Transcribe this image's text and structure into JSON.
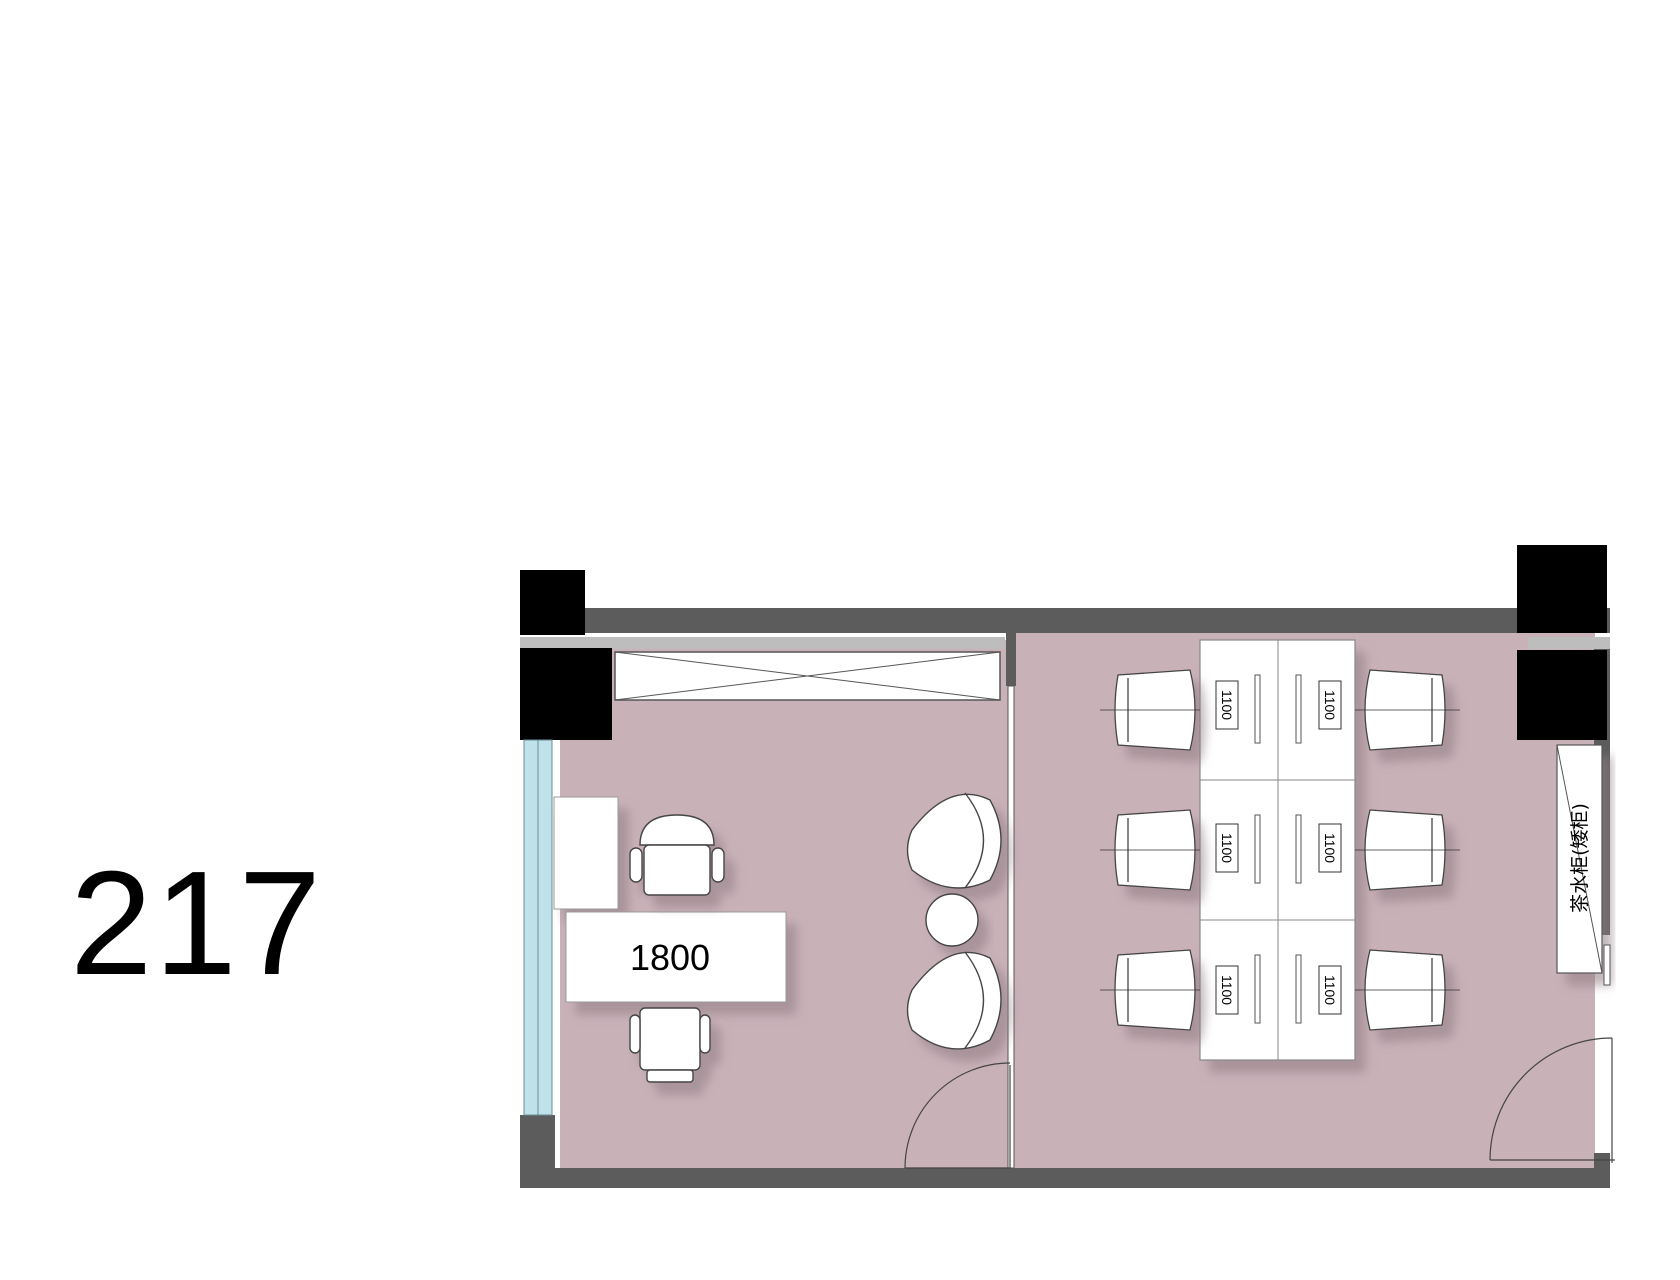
{
  "room_number": "217",
  "labels": {
    "manager_desk_width": "1800",
    "workstation_width": "1100",
    "tea_cabinet": "茶水柜(矮柜)"
  },
  "colors": {
    "floor": "#c9b1b8",
    "wall": "#5c5c5c",
    "column": "#000000",
    "window_glass": "#bfe1ea",
    "furniture": "#ffffff",
    "shadow": "#8e7c82"
  }
}
